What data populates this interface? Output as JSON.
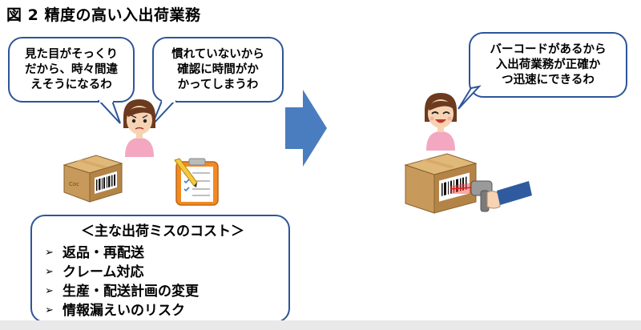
{
  "title": "図 2 精度の高い入出荷業務",
  "bubbles": {
    "left1": [
      "見た目がそっくり",
      "だから、時々間違",
      "えそうになるわ"
    ],
    "left2": [
      "慣れていないから",
      "確認に時間がか",
      "かってしまうわ"
    ],
    "right": [
      "バーコードがあるから",
      "入出荷業務が正確か",
      "つ迅速にできるわ"
    ]
  },
  "costs": {
    "heading": "＜主な出荷ミスのコスト＞",
    "items": [
      "返品・再配送",
      "クレーム対応",
      "生産・配送計画の変更",
      "情報漏えいのリスク"
    ]
  },
  "colors": {
    "border": "#2e5597",
    "arrow": "#4a7dbf",
    "box": "#c79a5b",
    "skin": "#f6d3b3",
    "hair": "#6b3a1f",
    "shirt": "#f4a7c0"
  }
}
